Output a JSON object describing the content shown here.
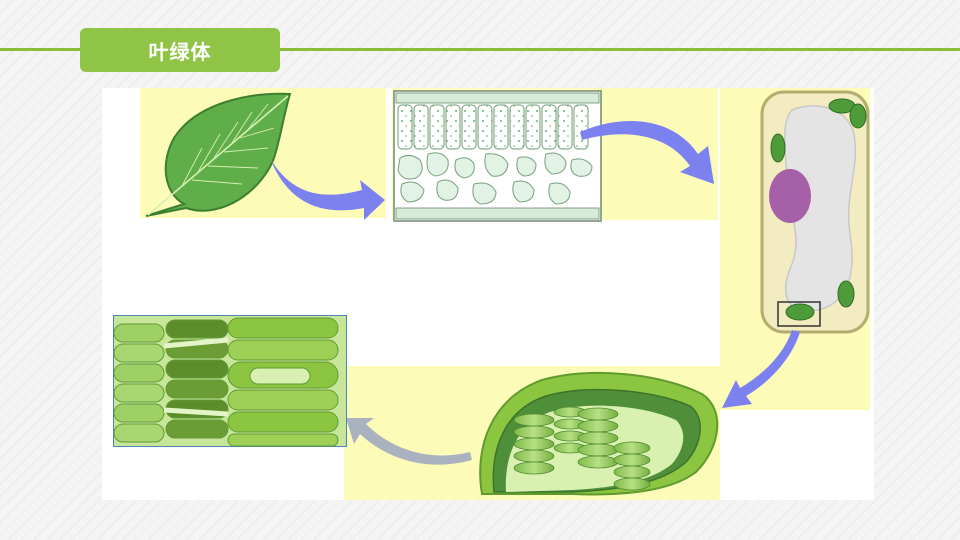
{
  "header": {
    "title": "叶绿体"
  },
  "colors": {
    "accent": "#8fc446",
    "line": "#8dbb3a",
    "arrow": "#7b82f0",
    "arrow_grey": "#aab2c0",
    "cream": "#fdfbb8",
    "leaf": "#5fae4a",
    "chloroplast": "#8cc640",
    "nucleus": "#a660a8"
  },
  "diagram": {
    "stages": [
      {
        "name": "leaf",
        "icon": "leaf-icon"
      },
      {
        "name": "leaf-cross-section",
        "icon": "tissue-icon"
      },
      {
        "name": "plant-cell",
        "icon": "cell-icon"
      },
      {
        "name": "chloroplast",
        "icon": "chloroplast-icon"
      },
      {
        "name": "grana",
        "icon": "thylakoid-stack-icon"
      }
    ]
  }
}
